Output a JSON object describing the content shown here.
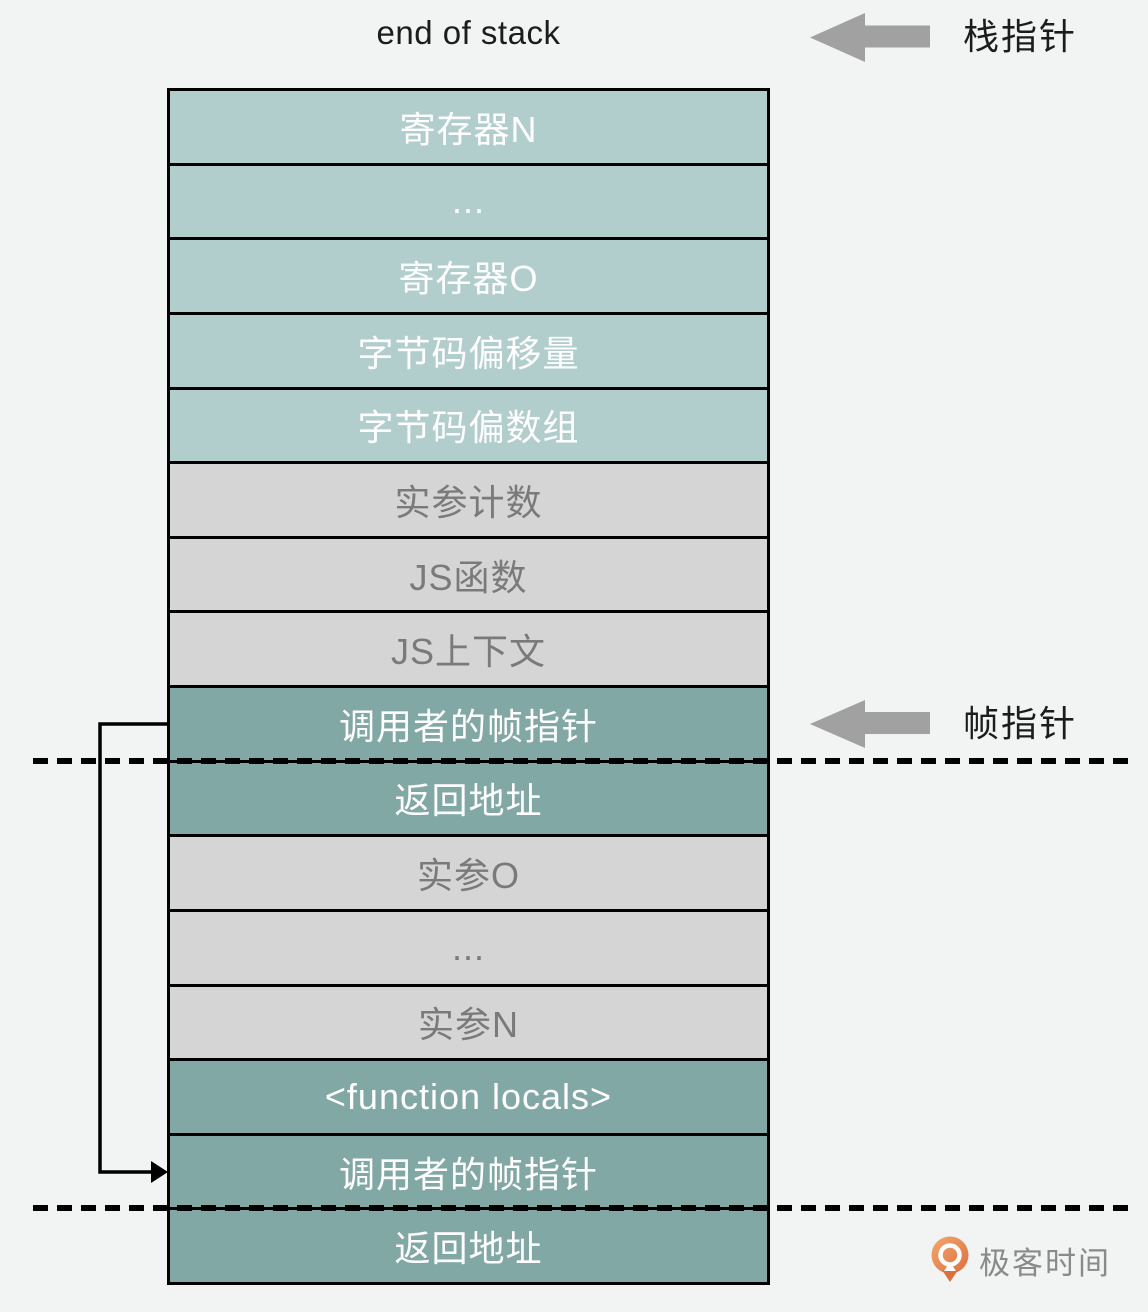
{
  "title": "end of stack",
  "pointers": {
    "stack_pointer_label": "栈指针",
    "frame_pointer_label": "帧指针"
  },
  "stack": {
    "rows": [
      {
        "label": "寄存器N",
        "type": "light-teal",
        "dashed_below": false
      },
      {
        "label": "...",
        "type": "light-teal",
        "dashed_below": false
      },
      {
        "label": "寄存器O",
        "type": "light-teal",
        "dashed_below": false
      },
      {
        "label": "字节码偏移量",
        "type": "light-teal",
        "dashed_below": false
      },
      {
        "label": "字节码偏数组",
        "type": "light-teal",
        "dashed_below": false
      },
      {
        "label": "实参计数",
        "type": "gray",
        "dashed_below": false
      },
      {
        "label": "JS函数",
        "type": "gray",
        "dashed_below": false
      },
      {
        "label": "JS上下文",
        "type": "gray",
        "dashed_below": false
      },
      {
        "label": "调用者的帧指针",
        "type": "dark-teal",
        "dashed_below": true
      },
      {
        "label": "返回地址",
        "type": "dark-teal",
        "dashed_below": false
      },
      {
        "label": "实参O",
        "type": "gray",
        "dashed_below": false
      },
      {
        "label": "...",
        "type": "gray",
        "dashed_below": false
      },
      {
        "label": "实参N",
        "type": "gray",
        "dashed_below": false
      },
      {
        "label": "<function locals>",
        "type": "dark-teal",
        "dashed_below": false
      },
      {
        "label": "调用者的帧指针",
        "type": "dark-teal",
        "dashed_below": true
      },
      {
        "label": "返回地址",
        "type": "dark-teal",
        "dashed_below": false
      }
    ]
  },
  "watermark": {
    "brand": "极客时间"
  },
  "colors": {
    "bg": "#f2f3f3",
    "light-teal": "#b1cecd",
    "dark-teal": "#82a8a6",
    "gray-row": "#d5d5d5",
    "line": "#000000",
    "gray-text": "#7a7a7a",
    "white-text": "#ffffff",
    "arrow-gray": "#a1a1a1",
    "label-black": "#1c1c1c",
    "logo-orange": "#e07840",
    "logo-text": "#8a8a8a"
  }
}
